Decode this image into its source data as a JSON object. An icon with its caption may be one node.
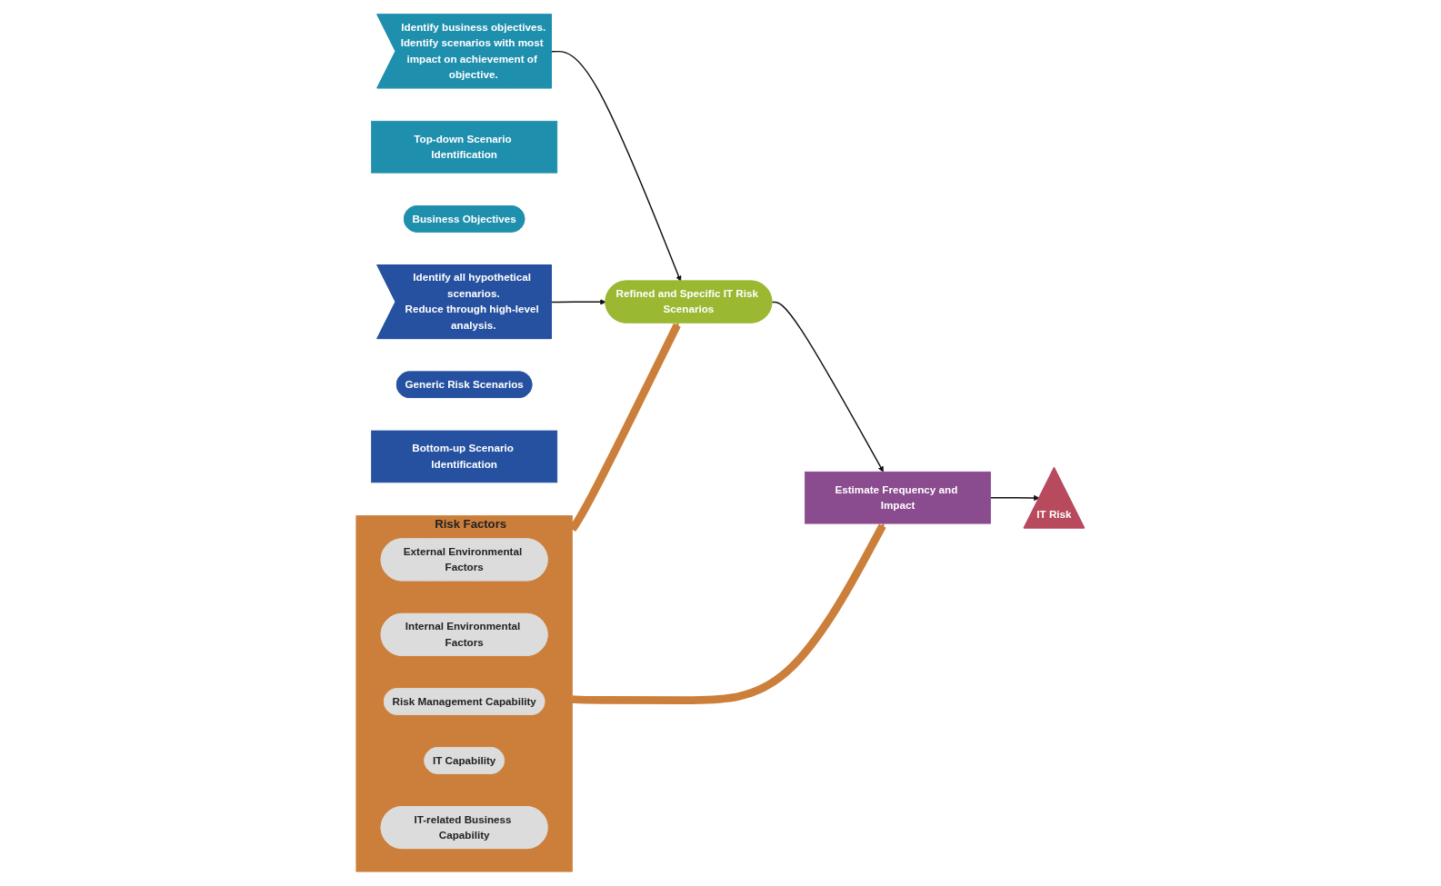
{
  "diagram": {
    "nodes": [
      {
        "text": [
          "Top-down Scenario Identification"
        ]
      },
      {
        "text": [
          "Business Objectives"
        ]
      },
      {
        "text": [
          "Identify business objectives.",
          "Identify scenarios with most impact on achievement of objective."
        ]
      },
      {
        "text": [
          "Generic Risk Scenarios"
        ]
      },
      {
        "text": [
          "Bottom-up Scenario Identification"
        ]
      },
      {
        "text": [
          "Identify all hypothetical scenarios.",
          "Reduce through high-level analysis."
        ]
      },
      {
        "text": [
          "Refined and Specific IT Risk Scenarios"
        ]
      },
      {
        "text": [
          "Estimate Frequency and Impact"
        ]
      },
      {
        "text": [
          "IT Risk"
        ]
      },
      {
        "text": [
          "Risk Factors"
        ]
      },
      {
        "text": [
          "External Environmental Factors"
        ],
        "in": 9
      },
      {
        "text": [
          "Internal Environmental Factors"
        ],
        "in": 9
      },
      {
        "text": [
          "Risk Management Capability"
        ],
        "in": 9
      },
      {
        "text": [
          "IT Capability"
        ],
        "in": 9
      },
      {
        "text": [
          "IT-related Business Capability"
        ],
        "in": 9
      }
    ],
    "edges": [
      {
        "from": 2,
        "to": 6,
        "arrow": "to"
      },
      {
        "from": 5,
        "to": 6,
        "arrow": "to"
      },
      {
        "from": 6,
        "to": 7,
        "arrow": "to"
      },
      {
        "from": 7,
        "to": 8,
        "arrow": "to"
      },
      {
        "from": 9,
        "to": 6,
        "arrow": "to",
        "style": "thick",
        "color": "#cc7f3a"
      },
      {
        "from": 9,
        "to": 7,
        "arrow": "to",
        "style": "thick",
        "color": "#cc7f3a"
      }
    ]
  }
}
